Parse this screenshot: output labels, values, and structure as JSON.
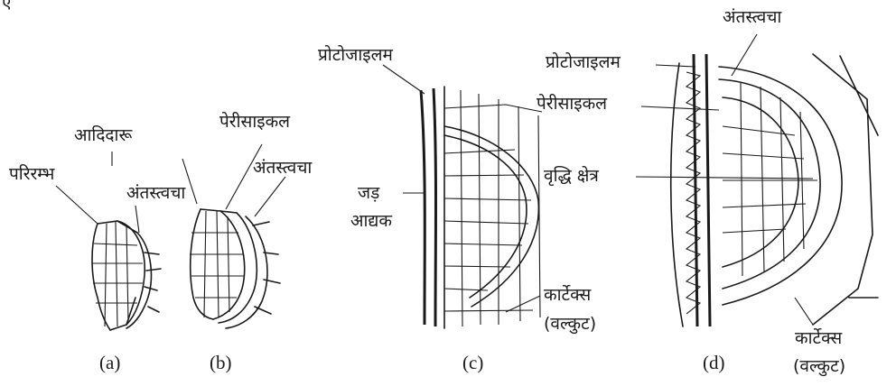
{
  "figure": {
    "corner_mark": "ए",
    "panels": [
      {
        "id": "a",
        "caption": "(a)",
        "labels": {
          "pericycle": "परिरम्भ",
          "primordium": "आदिदारू",
          "endodermis": "अंतस्त्वचा"
        }
      },
      {
        "id": "b",
        "caption": "(b)",
        "labels": {
          "pericycle": "पेरीसाइकल",
          "endodermis": "अंतस्त्वचा"
        }
      },
      {
        "id": "c",
        "caption": "(c)",
        "labels": {
          "protoxylem": "प्रोटोजाइलम",
          "root_line1": "जड़",
          "root_line2": "आद्यक",
          "cortex": "कार्टेक्स",
          "cortex_hindi": "(वल्कुट)"
        }
      },
      {
        "id": "d",
        "caption": "(d)",
        "labels": {
          "endodermis": "अंतस्त्वचा",
          "protoxylem": "प्रोटोजाइलम",
          "pericycle": "पेरीसाइकल",
          "growth_zone": "वृद्धि क्षेत्र",
          "cortex": "कार्टेक्स",
          "cortex_hindi": "(वल्कुट)"
        }
      }
    ]
  }
}
